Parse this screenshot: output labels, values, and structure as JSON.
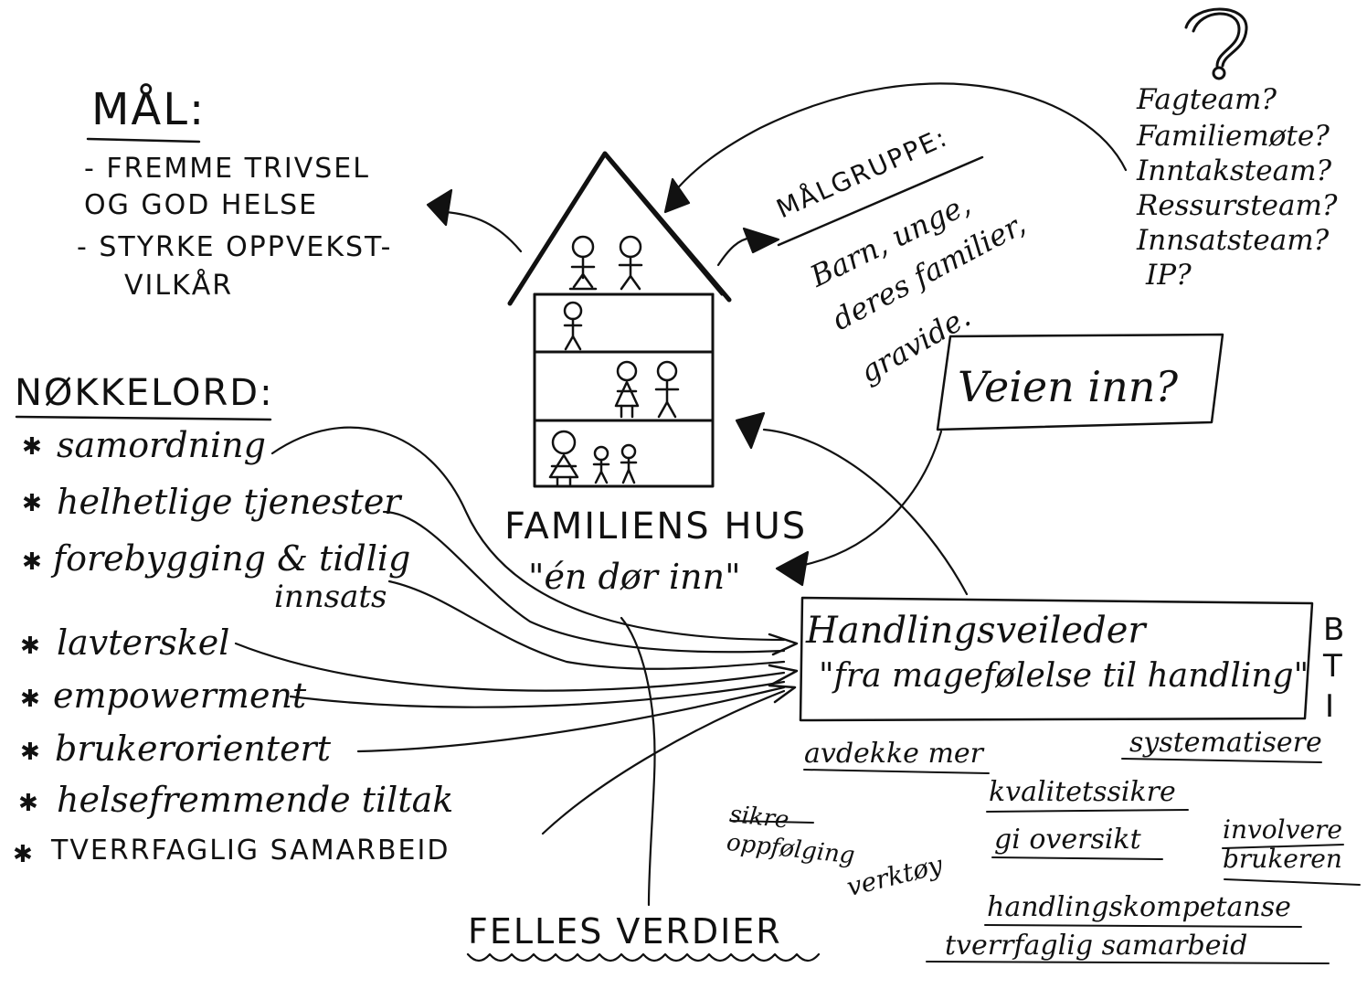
{
  "ink_color": "#111111",
  "paper_color": "#ffffff",
  "goal": {
    "title": "MÅL:",
    "items": [
      "- FREMME TRIVSEL",
      "OG GOD HELSE",
      "- STYRKE OPPVEKST-",
      "VILKÅR"
    ]
  },
  "target_group": {
    "title": "MÅLGRUPPE:",
    "lines": [
      "Barn, unge,",
      "deres familier,",
      "gravide."
    ]
  },
  "question_mark": "?",
  "questions": [
    "Fagteam?",
    "Familiemøte?",
    "Inntaksteam?",
    "Ressursteam?",
    "Innsatsteam?",
    "IP?"
  ],
  "keywords": {
    "title": "NØKKELORD:",
    "items": [
      "samordning",
      "helhetlige tjenester",
      "forebygging & tidlig",
      "innsats",
      "lavterskel",
      "empowerment",
      "brukerorientert",
      "helsefremmende tiltak",
      "TVERRFAGLIG SAMARBEID"
    ]
  },
  "bullet_icon": "star",
  "house": {
    "title": "FAMILIENS HUS",
    "subtitle": "\"én dør inn\""
  },
  "entry": {
    "label": "Veien inn?"
  },
  "guide": {
    "title": "Handlingsveileder",
    "subtitle": "\"fra magefølelse til handling\"",
    "side_letters": [
      "B",
      "T",
      "I"
    ]
  },
  "benefits": [
    "avdekke mer",
    "systematisere",
    "kvalitetssikre",
    "sikre oppfølging",
    "gi oversikt",
    "involvere brukeren",
    "verktøy",
    "handlingskompetanse",
    "tverrfaglig samarbeid"
  ],
  "shared_values": "FELLES VERDIER"
}
